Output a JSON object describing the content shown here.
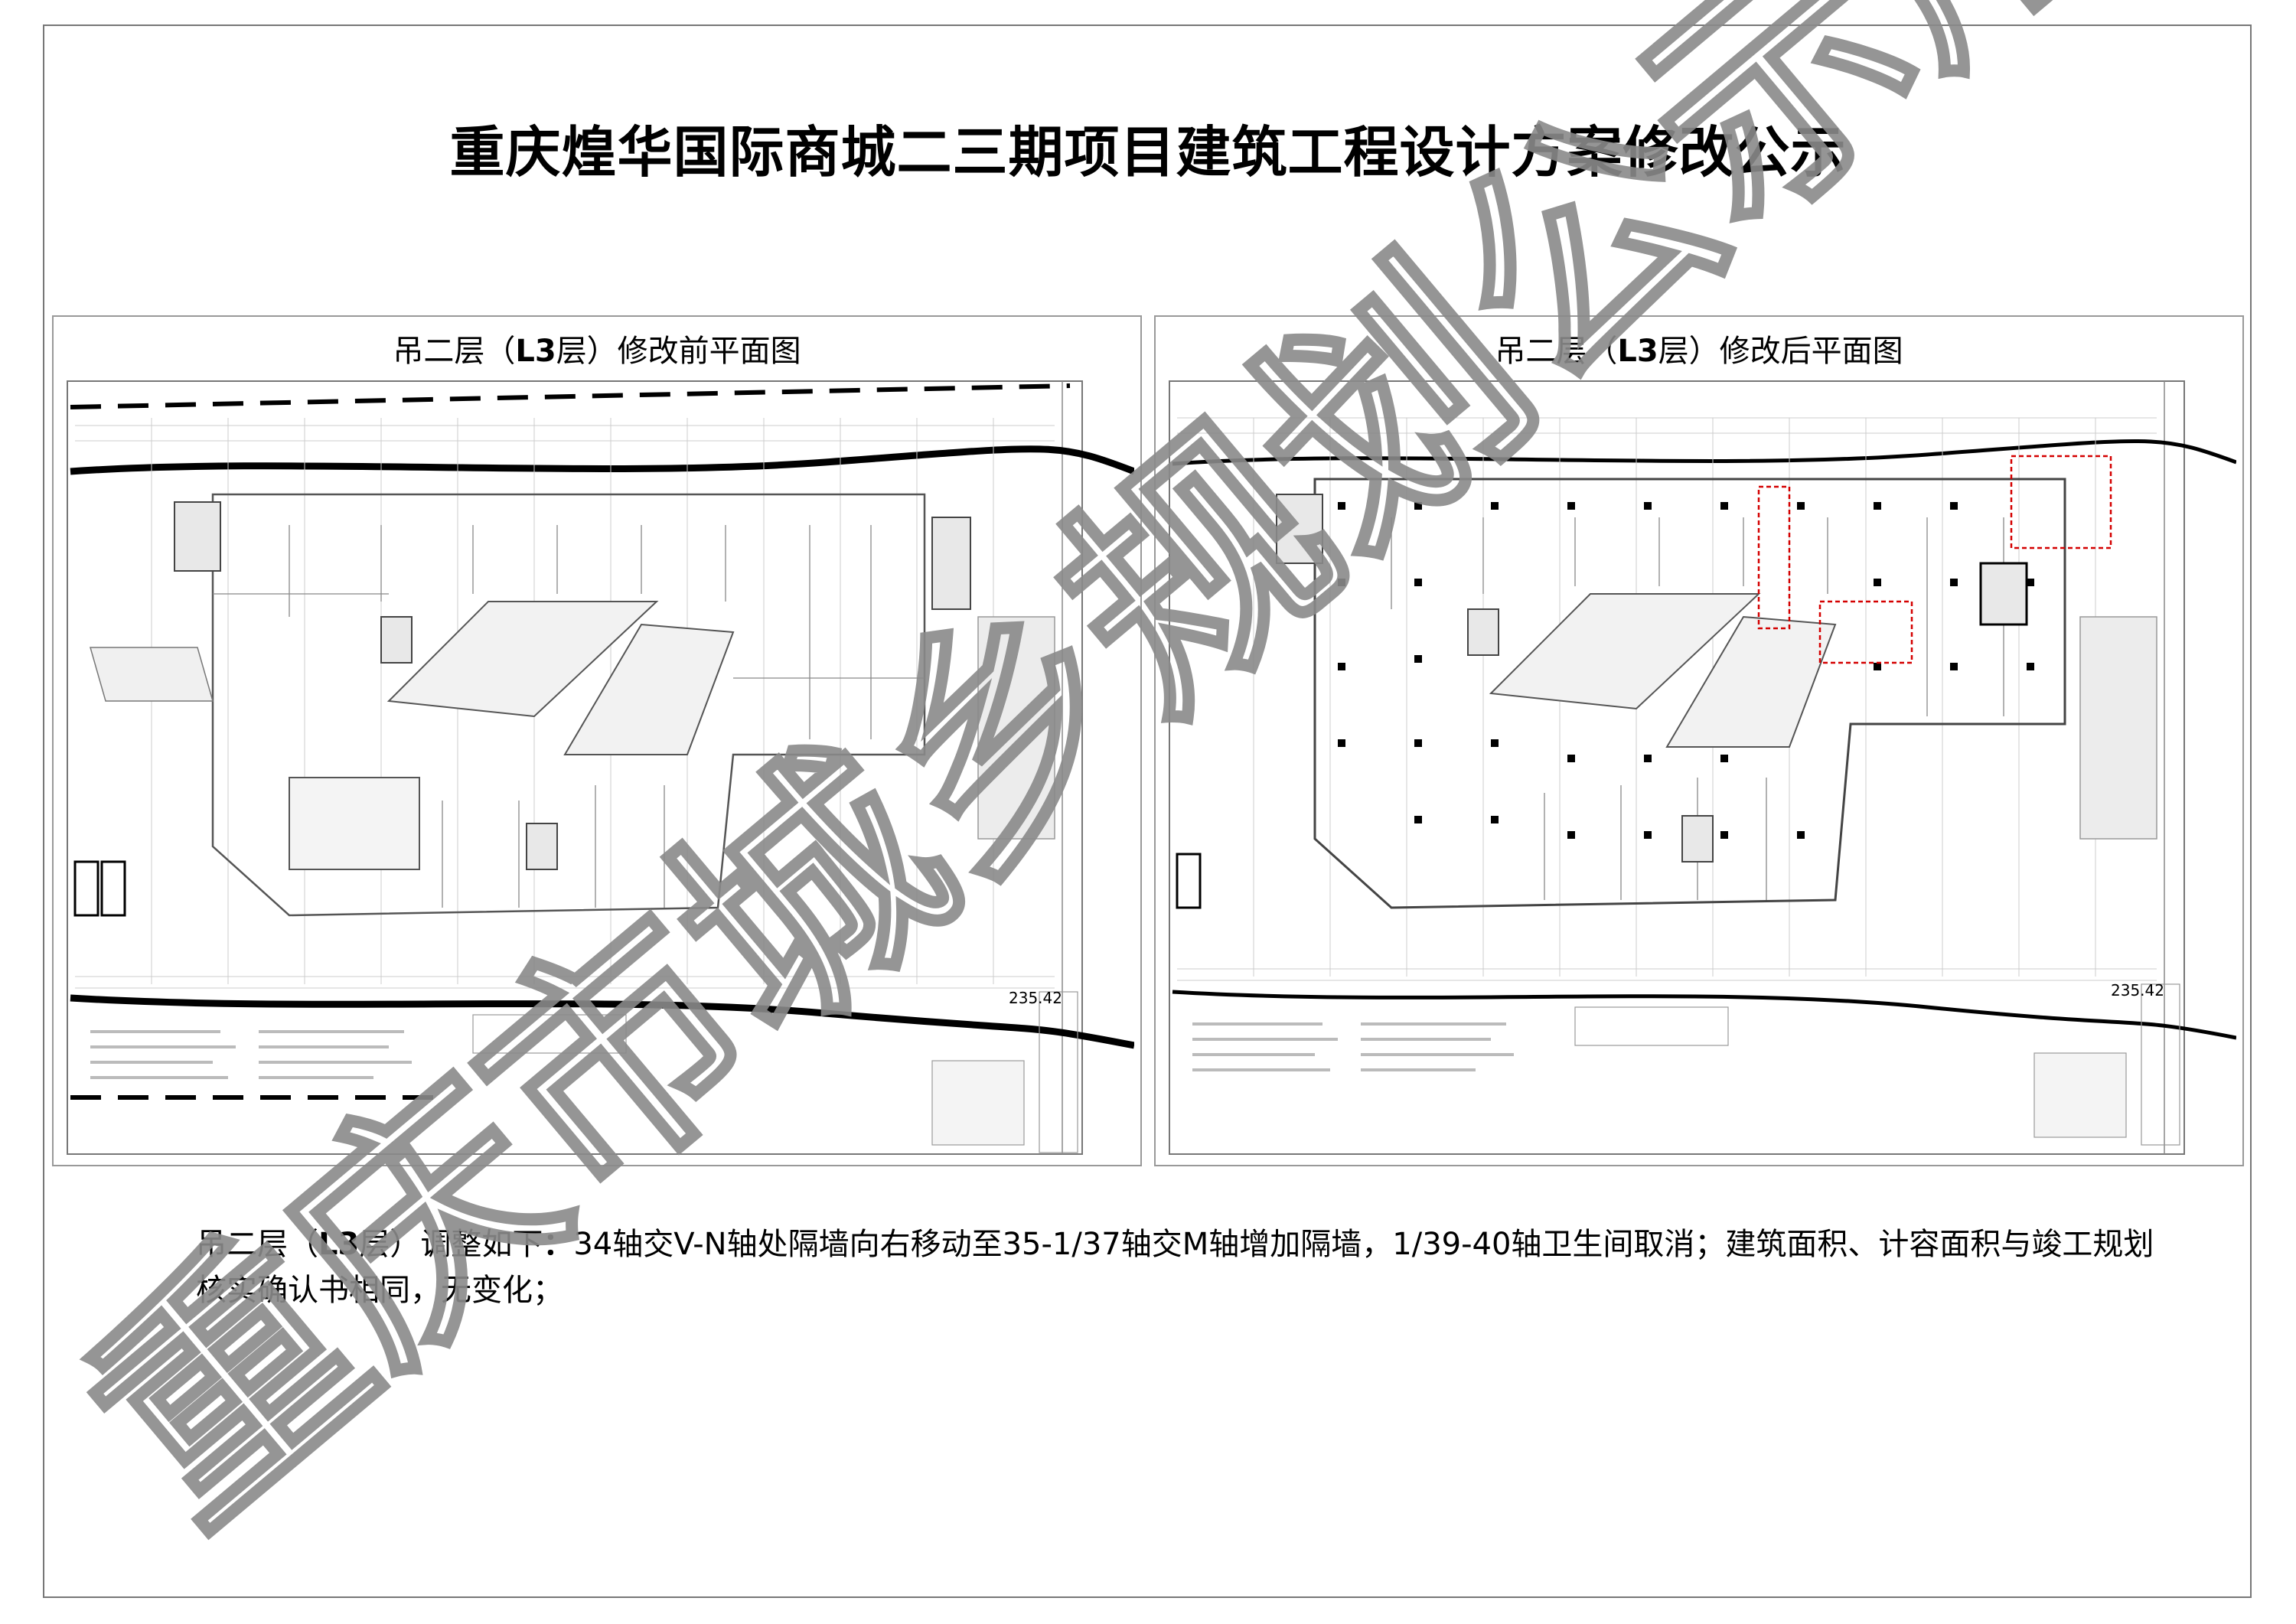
{
  "document": {
    "title": "重庆煌华国际商城二三期项目建筑工程设计方案修改公示"
  },
  "panels": {
    "before": {
      "title_prefix": "吊二层（",
      "title_bold": "L3",
      "title_suffix": "层）修改前平面图",
      "elevation": "235.42"
    },
    "after": {
      "title_prefix": "吊二层（",
      "title_bold": "L3",
      "title_suffix": "层）修改后平面图",
      "elevation": "235.42"
    }
  },
  "description": {
    "prefix": "吊二层（",
    "bold1": "L3",
    "mid": "层）调整如下",
    "bold2": "：",
    "body": "34轴交V-N轴处隔墙向右移动至35-1/37轴交M轴增加隔墙，1/39-40轴卫生间取消；建筑面积、计容面积与竣工规划核实确认书相同，无变化；"
  },
  "watermark": {
    "text": "重庆市城乡规划公示用图",
    "color": "#8a8a8a"
  },
  "colors": {
    "markup_red": "#d40000",
    "line_gray": "#999999"
  }
}
